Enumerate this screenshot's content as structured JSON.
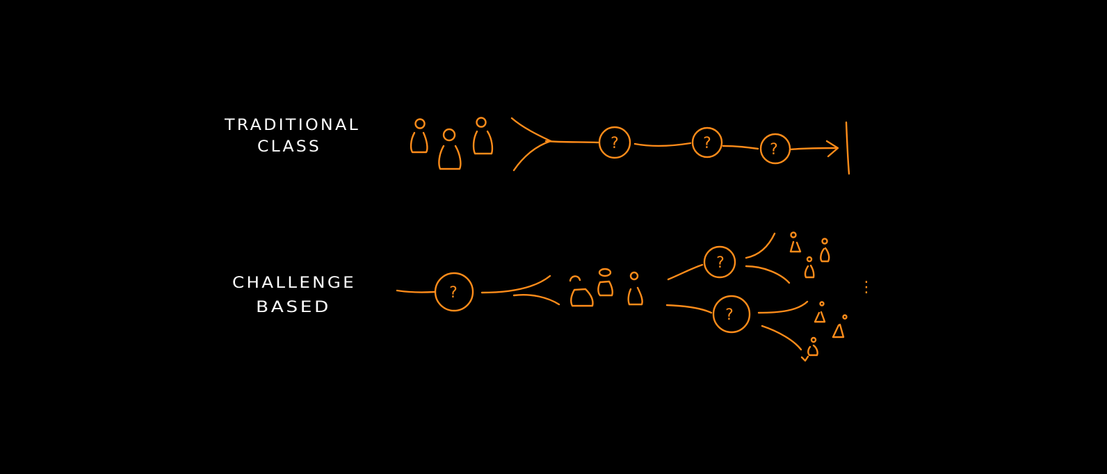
{
  "colors": {
    "background": "#000000",
    "stroke": "#ff8c1a",
    "label": "#ffffff"
  },
  "traditional": {
    "label_line1": "TRADITIONAL",
    "label_line2": "CLASS"
  },
  "challenge": {
    "label_line1": "CHALLENGE",
    "label_line2": "BASED"
  },
  "question_symbol": "?",
  "continuation_symbol": "⋮"
}
